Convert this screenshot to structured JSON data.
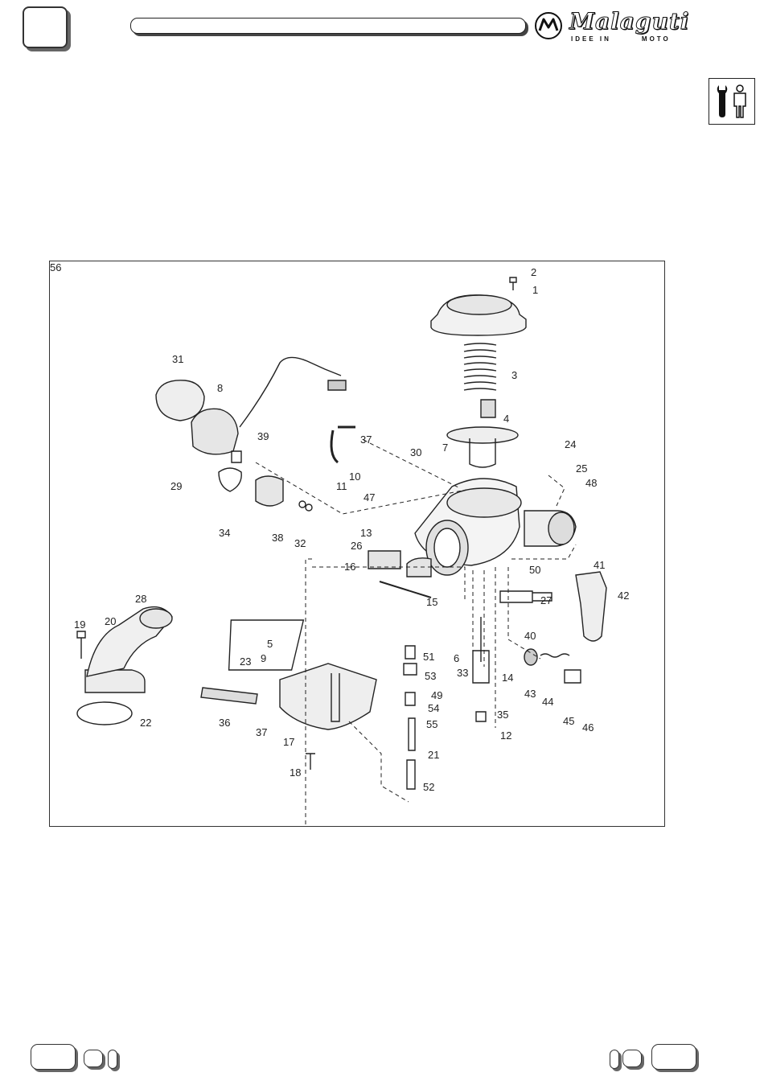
{
  "header": {
    "brand": "Malaguti",
    "tagline_left": "IDEE IN",
    "tagline_right": "MOTO"
  },
  "icons": {
    "brand_mark": "malaguti-emblem-icon",
    "mechanic": "wrench-mechanic-icon"
  },
  "diagram": {
    "callouts": [
      "1",
      "2",
      "3",
      "4",
      "5",
      "6",
      "7",
      "8",
      "9",
      "10",
      "11",
      "12",
      "13",
      "14",
      "15",
      "16",
      "17",
      "18",
      "19",
      "20",
      "21",
      "22",
      "23",
      "24",
      "25",
      "26",
      "27",
      "28",
      "29",
      "30",
      "31",
      "32",
      "33",
      "34",
      "35",
      "36",
      "37",
      "37",
      "38",
      "39",
      "40",
      "41",
      "42",
      "43",
      "44",
      "45",
      "46",
      "47",
      "48",
      "49",
      "50",
      "51",
      "52",
      "53",
      "54",
      "55",
      "56"
    ]
  }
}
